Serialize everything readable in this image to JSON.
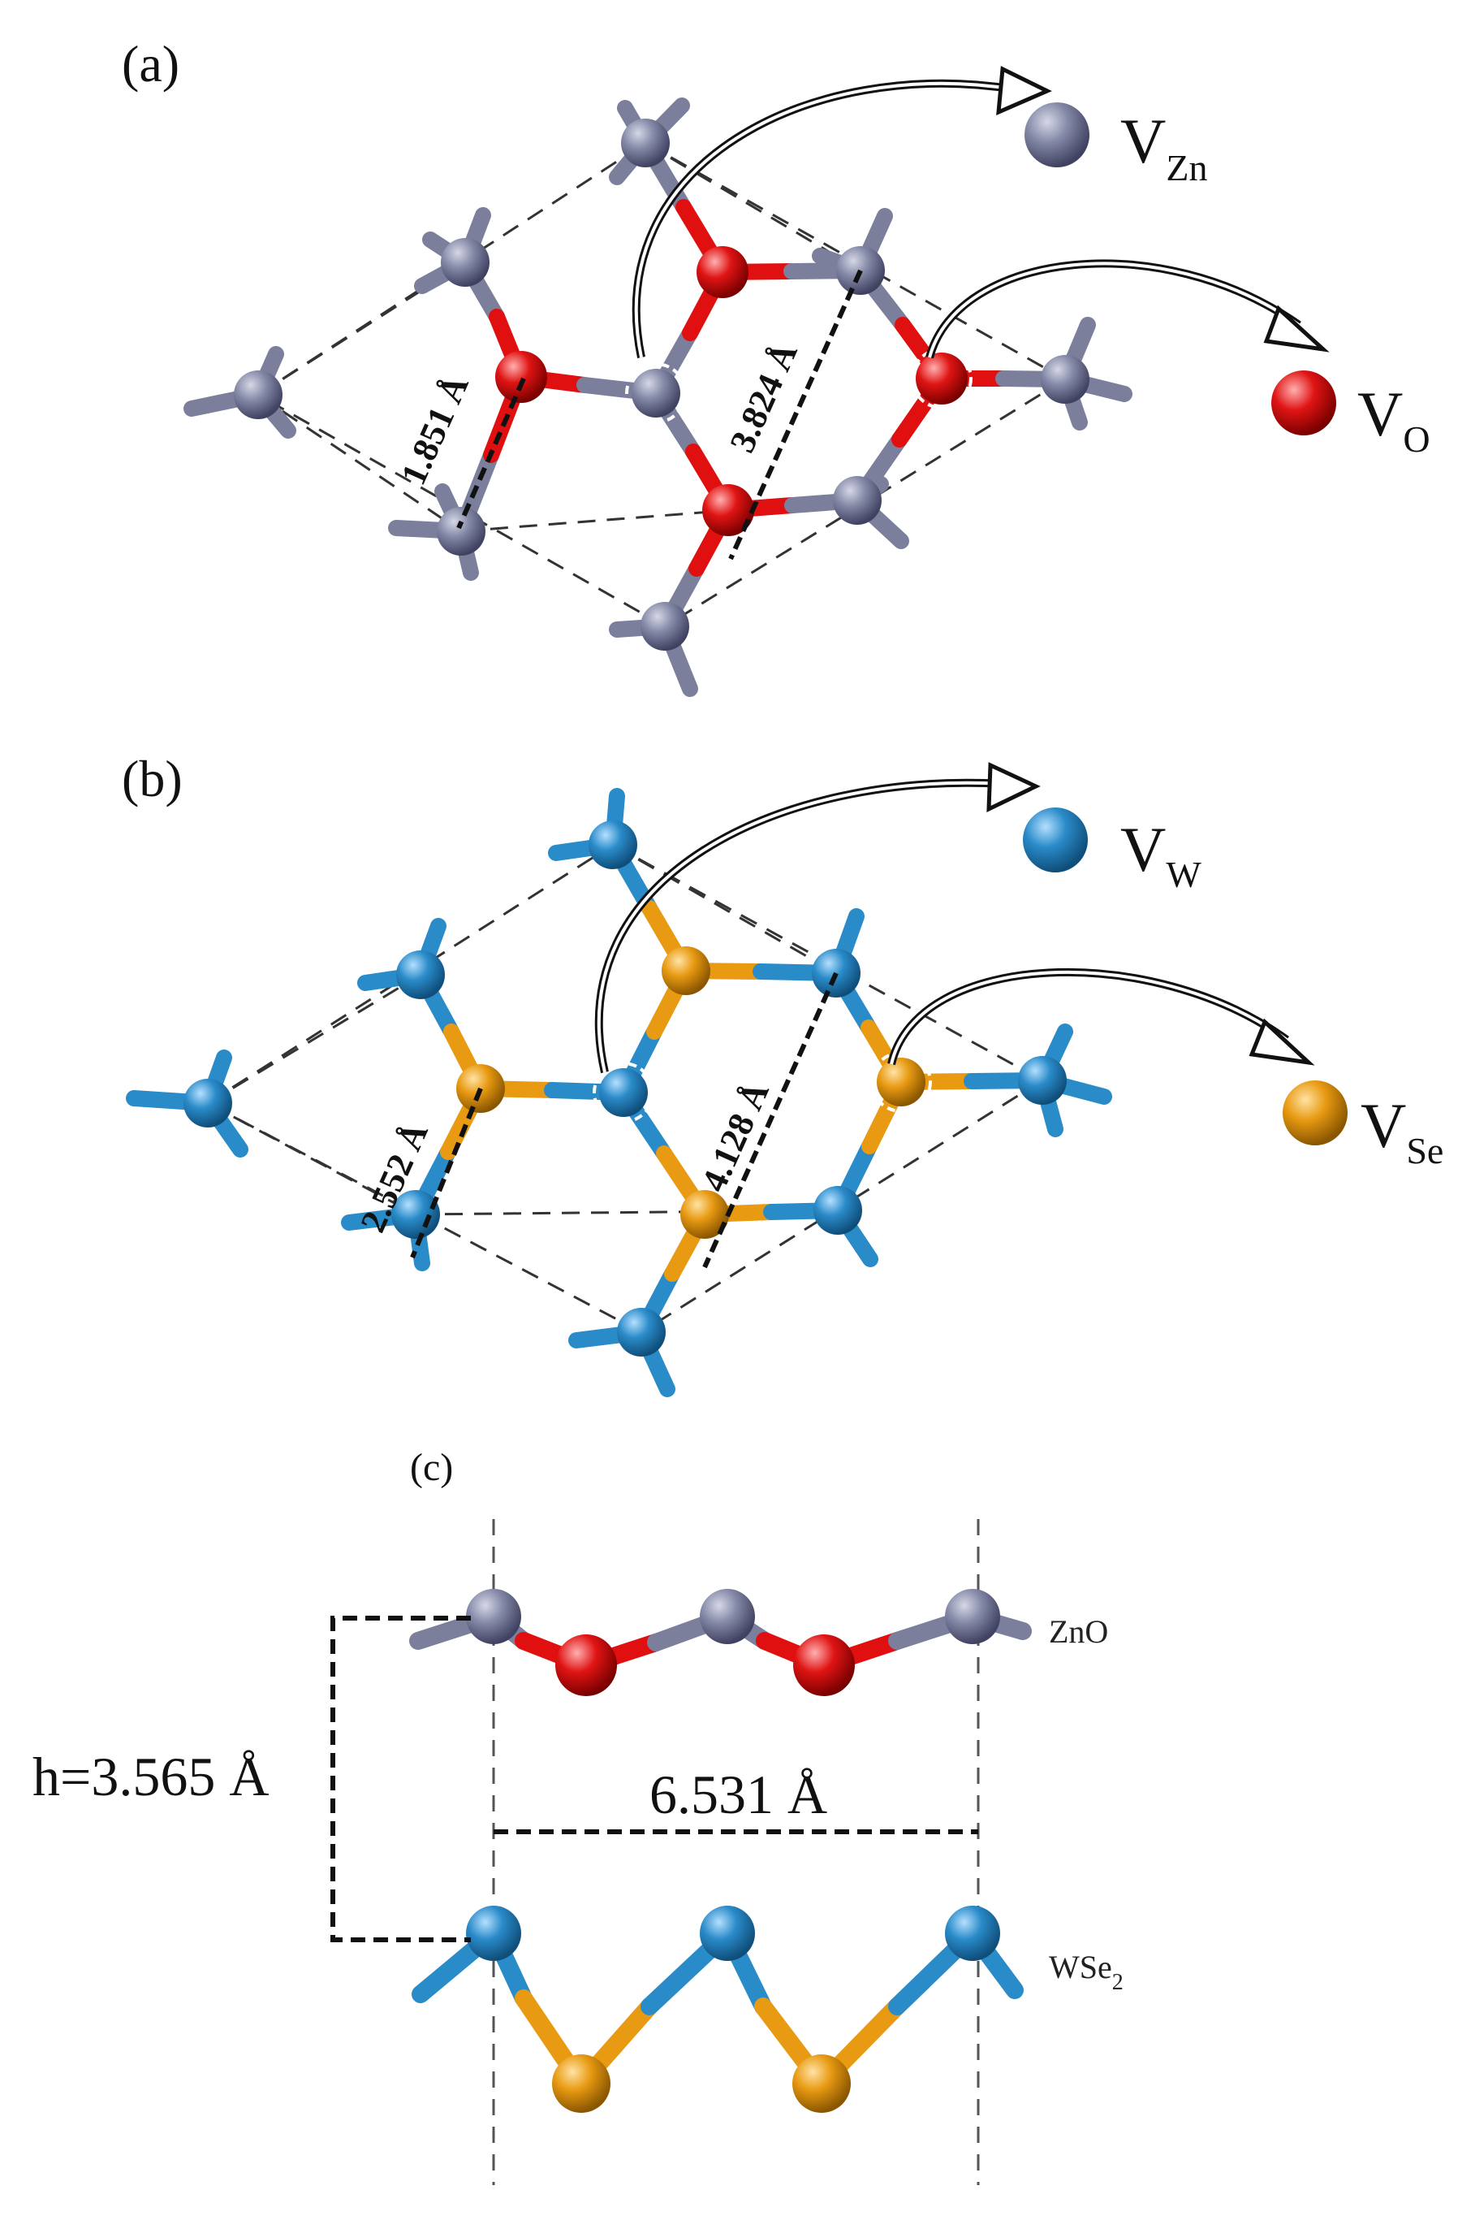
{
  "panels": {
    "a": {
      "label": "(a)",
      "bond_length_label": "1.851 Å",
      "lattice_label": "3.824 Å",
      "legend": [
        {
          "symbol": "V",
          "sub": "Zn",
          "color": "#7b7f9c"
        },
        {
          "symbol": "V",
          "sub": "O",
          "color": "#e01010"
        }
      ]
    },
    "b": {
      "label": "(b)",
      "bond_length_label": "2.552 Å",
      "lattice_label": "4.128 Å",
      "legend": [
        {
          "symbol": "V",
          "sub": "W",
          "color": "#2a8bc9"
        },
        {
          "symbol": "V",
          "sub": "Se",
          "color": "#e89a12"
        }
      ]
    },
    "c": {
      "label": "(c)",
      "top_layer": "ZnO",
      "bottom_layer_main": "WSe",
      "bottom_layer_sub": "2",
      "interlayer_distance": "h=3.565 Å",
      "period_distance": "6.531 Å"
    }
  },
  "colors": {
    "zn": "#7b7f9c",
    "o": "#e01010",
    "w": "#2a8bc9",
    "se": "#e89a12"
  }
}
